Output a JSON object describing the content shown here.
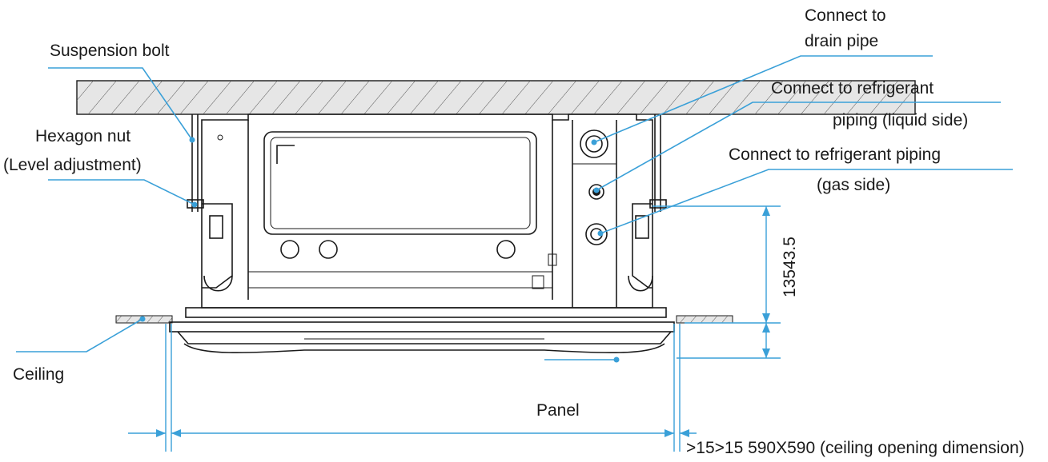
{
  "labels": {
    "suspension_bolt": "Suspension bolt",
    "hexagon_nut_line1": "Hexagon nut",
    "hexagon_nut_line2": "(Level adjustment)",
    "ceiling": "Ceiling",
    "panel": "Panel",
    "drain_line1": "Connect to",
    "drain_line2": "drain pipe",
    "liquid_line1": "Connect to refrigerant",
    "liquid_line2": "piping (liquid side)",
    "gas_line1": "Connect to refrigerant piping",
    "gas_line2": "(gas side)"
  },
  "dimensions": {
    "height_text": "13543.5",
    "bottom_text": ">15>15 590X590 (ceiling opening dimension)"
  },
  "colors": {
    "leader": "#3aa0d8",
    "outline": "#1a1a1a",
    "ceiling_fill": "#e6e6e6"
  }
}
